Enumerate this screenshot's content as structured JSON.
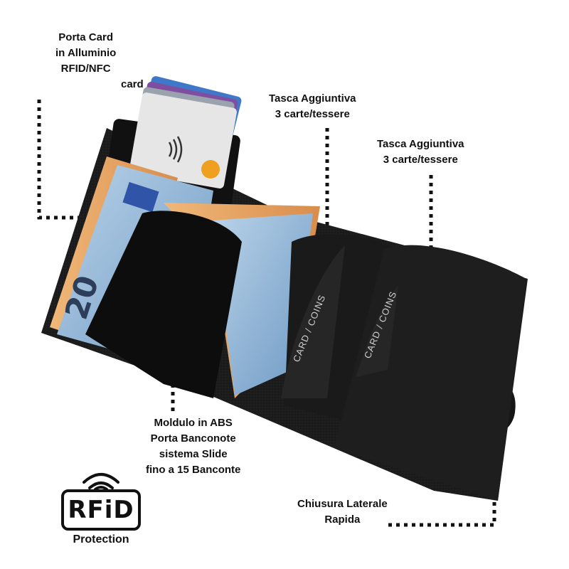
{
  "callouts": {
    "porta_card": [
      "Porta Card",
      "in Alluminio",
      "RFID/NFC"
    ],
    "card_tag": "card",
    "tasca_1": [
      "Tasca Aggiuntiva",
      "3 carte/tessere"
    ],
    "tasca_2": [
      "Tasca Aggiuntiva",
      "3 carte/tessere"
    ],
    "modulo": [
      "Moldulo in ABS",
      "Porta Banconote",
      "sistema Slide",
      "fino a 15 Banconte"
    ],
    "chiusura": [
      "Chiusura Laterale",
      "Rapida"
    ]
  },
  "pocket_prints": [
    "CARD / COINS",
    "CARD / COINS"
  ],
  "rfid_badge": {
    "logo": "RFiD",
    "caption": "Protection"
  },
  "colors": {
    "leather": "#1c1c1c",
    "note_blue": "#8fb6d6",
    "note_orange": "#e9a866",
    "card_blue": "#3f78c8",
    "dots": "#111111"
  },
  "icons": [
    "rfid-wave-icon",
    "contactless-icon"
  ]
}
